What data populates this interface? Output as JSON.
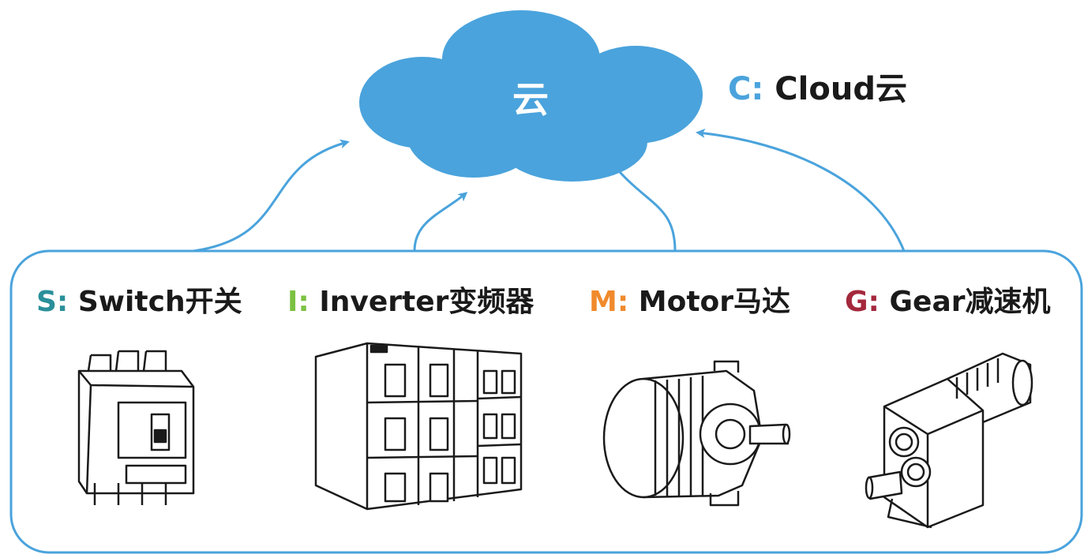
{
  "cloud": {
    "label": "云",
    "color": "#4aa3dc"
  },
  "cloud_legend": {
    "letter": "C:",
    "name": "Cloud云",
    "letter_color": "#4aa3dc",
    "name_color": "#1a1a1a"
  },
  "container_border_color": "#4aa3dc",
  "devices": [
    {
      "letter": "S:",
      "name": "Switch开关",
      "letter_color": "#2a8f9a",
      "icon": "circuit-breaker"
    },
    {
      "letter": "I:",
      "name": "Inverter变频器",
      "letter_color": "#7cc142",
      "icon": "inverter-cabinet"
    },
    {
      "letter": "M:",
      "name": "Motor马达",
      "letter_color": "#f08a2c",
      "icon": "electric-motor"
    },
    {
      "letter": "G:",
      "name": "Gear减速机",
      "letter_color": "#a4283c",
      "icon": "gear-reducer"
    }
  ]
}
